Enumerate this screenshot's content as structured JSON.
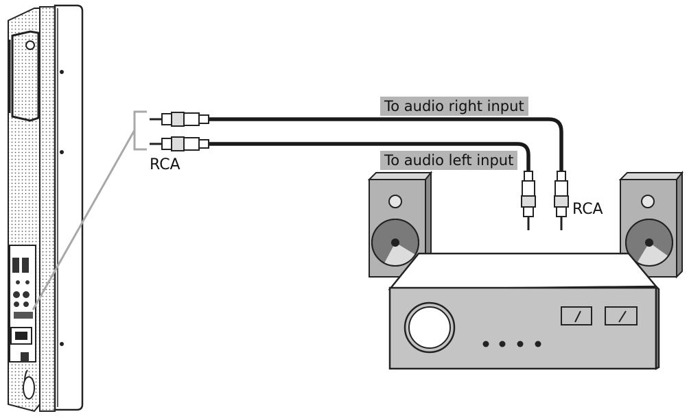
{
  "labels": {
    "right_input": "To audio right input",
    "left_input": "To audio left input",
    "rca_left": "RCA",
    "rca_right": "RCA"
  },
  "colors": {
    "label_bg": "#b5b5b5",
    "cable": "#1a1a1a",
    "callout": "#a8a8a8",
    "speaker_side": "#8a8a8a",
    "speaker_front": "#b3b3b3",
    "amp_front": "#c4c4c4"
  },
  "icons": [
    "display-panel-side-icon",
    "rca-plug-icon",
    "speaker-icon",
    "amplifier-icon"
  ]
}
